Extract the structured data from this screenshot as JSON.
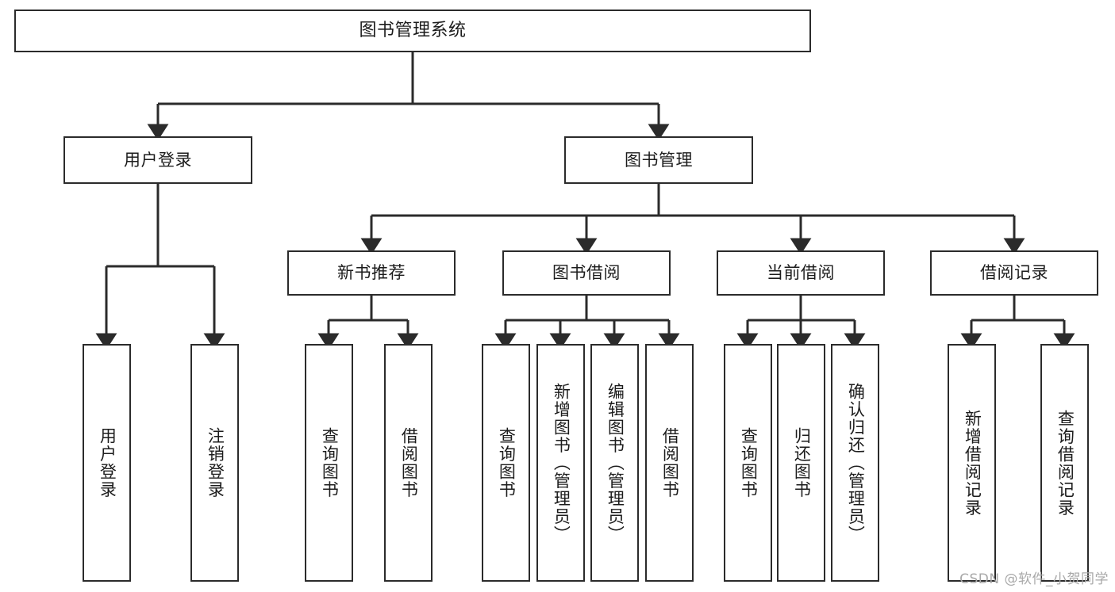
{
  "diagram": {
    "title": "图书管理系统",
    "watermark": "CSDN @软件_小贺同学",
    "colors": {
      "box_border": "#2b2b2b",
      "box_fill": "#ffffff",
      "connector": "#333333",
      "text": "#1c1c1c",
      "watermark": "#a8a8a8"
    },
    "root": {
      "label": "图书管理系统"
    },
    "level2": [
      {
        "label": "用户登录"
      },
      {
        "label": "图书管理"
      }
    ],
    "level3": [
      {
        "label": "新书推荐"
      },
      {
        "label": "图书借阅"
      },
      {
        "label": "当前借阅"
      },
      {
        "label": "借阅记录"
      }
    ],
    "leaves": {
      "user_login": [
        {
          "label": "用户登录"
        },
        {
          "label": "注销登录"
        }
      ],
      "new_book_recommend": [
        {
          "label": "查询图书"
        },
        {
          "label": "借阅图书"
        }
      ],
      "book_borrow": [
        {
          "label": "查询图书"
        },
        {
          "label": "新增图书（管理员）"
        },
        {
          "label": "编辑图书（管理员）"
        },
        {
          "label": "借阅图书"
        }
      ],
      "current_borrow": [
        {
          "label": "查询图书"
        },
        {
          "label": "归还图书"
        },
        {
          "label": "确认归还（管理员）"
        }
      ],
      "borrow_record": [
        {
          "label": "新增借阅记录"
        },
        {
          "label": "查询借阅记录"
        }
      ]
    }
  }
}
